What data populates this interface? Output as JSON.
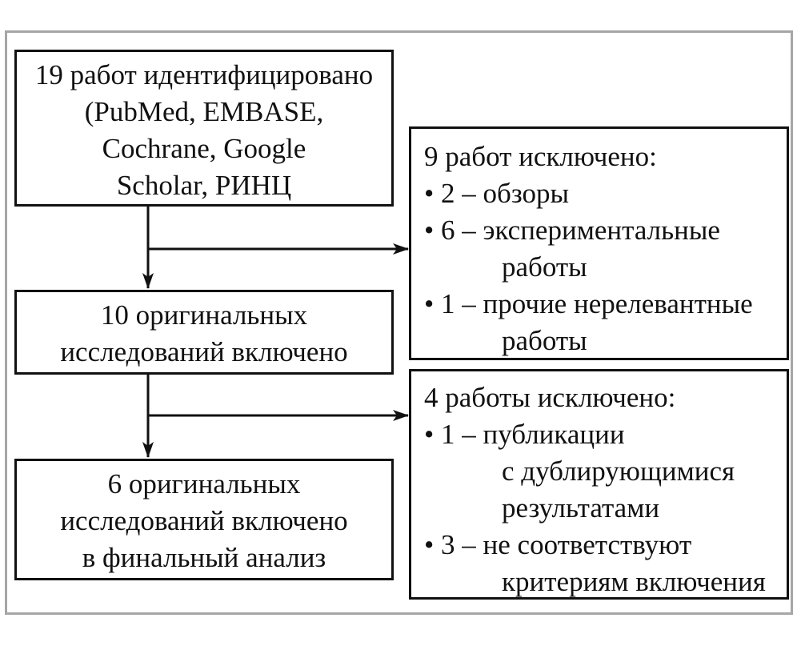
{
  "boxes": {
    "identified": {
      "lines": [
        "19 работ идентифицировано",
        "(PubMed, EMBASE,",
        "Cochrane, Google",
        "Scholar, РИНЦ"
      ]
    },
    "included_10": {
      "lines": [
        "10 оригинальных",
        "исследований включено"
      ]
    },
    "included_final": {
      "lines": [
        "6 оригинальных",
        "исследований включено",
        "в финальный анализ"
      ]
    },
    "excluded_9": {
      "title": "9 работ исключено:",
      "items": [
        {
          "bullet": "•",
          "lead": "2 – обзоры",
          "cont": ""
        },
        {
          "bullet": "•",
          "lead": "6 – экспериментальные",
          "cont": "работы"
        },
        {
          "bullet": "•",
          "lead": "1 – прочие нерелевантные",
          "cont": "работы"
        }
      ]
    },
    "excluded_4": {
      "title": "4 работы исключено:",
      "items": [
        {
          "bullet": "•",
          "lead": "1 – публикации",
          "cont": "с дублирующимися",
          "cont2": "результатами"
        },
        {
          "bullet": "•",
          "lead": "3 – не соответствуют",
          "cont": "критериям включения"
        }
      ]
    }
  }
}
